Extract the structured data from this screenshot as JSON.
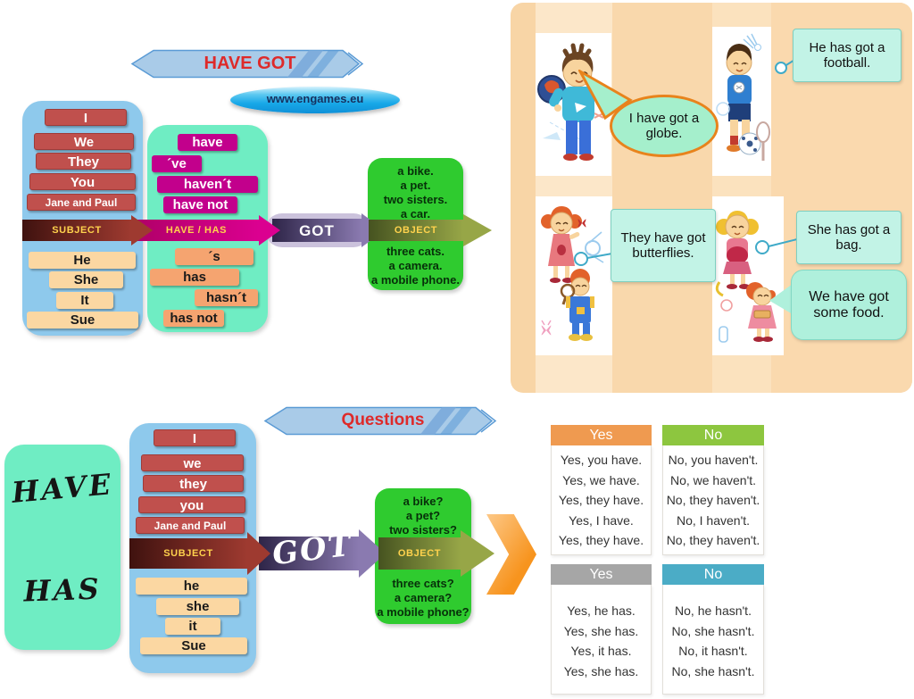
{
  "colors": {
    "banner_blue": "#A9CBE8",
    "banner_text_red": "#DE2A2A",
    "website_blue": "#29ACE4",
    "website_text": "#16305E",
    "subject_panel_blue": "#8EC9EC",
    "mint_panel": "#6FEDC3",
    "chip_red": "#C0504D",
    "chip_magenta": "#C2008C",
    "chip_salmon": "#F5A470",
    "chip_cream": "#FBD7A2",
    "band_maroon": "#9E3A30",
    "band_magenta": "#DB0090",
    "band_purple": "#8A7AB0",
    "band_olive": "#97A647",
    "band_label_gold": "#FFD24D",
    "object_green": "#2FCB2F",
    "examples_panel_peach": "#F8D5A6",
    "callout_mint": "#C2F3E6",
    "bubble_border_orange": "#E8831C",
    "arrow_orange": "#F7941E",
    "header_yes_plural": "#EF9A50",
    "header_no_plural": "#8DC63F",
    "header_yes_singular": "#A6A6A6",
    "header_no_singular": "#4BACC6"
  },
  "top": {
    "banner": "HAVE GOT",
    "website": "www.engames.eu",
    "subjects_plural": [
      "I",
      "We",
      "They",
      "You",
      "Jane and Paul"
    ],
    "have_forms": [
      "have",
      "´ve",
      "haven´t",
      "have not"
    ],
    "subjects_singular": [
      "He",
      "She",
      "It",
      "Sue"
    ],
    "has_forms": [
      "´s",
      "has",
      "hasn´t",
      "has not"
    ],
    "band_subject": "SUBJECT",
    "band_have_has": "HAVE / HAS",
    "band_got": "GOT",
    "band_object": "OBJECT",
    "objects_plural": [
      "a bike.",
      "a pet.",
      "two sisters.",
      "a car."
    ],
    "objects_singular": [
      "three cats.",
      "a camera.",
      "a mobile phone."
    ]
  },
  "examples": {
    "bubble_globe": "I have got a globe.",
    "bubble_football": "He has got a football.",
    "bubble_butterflies": "They have got butterflies.",
    "bubble_bag": "She has got a bag.",
    "bubble_food": "We have got some food."
  },
  "bottom": {
    "banner": "Questions",
    "chalk_have": "HAVE",
    "chalk_has": "HAS",
    "chalk_got": "GOT",
    "subjects_plural": [
      "I",
      "we",
      "they",
      "you",
      "Jane and Paul"
    ],
    "subjects_singular": [
      "he",
      "she",
      "it",
      "Sue"
    ],
    "band_subject": "SUBJECT",
    "band_object": "OBJECT",
    "objects_plural": [
      "a bike?",
      "a pet?",
      "two sisters?"
    ],
    "objects_singular": [
      "three cats?",
      "a camera?",
      "a mobile phone?"
    ]
  },
  "answers": {
    "tables": [
      {
        "header": "Yes",
        "rows": [
          "Yes, you have.",
          "Yes, we have.",
          "Yes, they have.",
          "Yes, I have.",
          "Yes, they have."
        ]
      },
      {
        "header": "No",
        "rows": [
          "No, you haven't.",
          "No, we haven't.",
          "No, they haven't.",
          "No, I haven't.",
          "No, they haven't."
        ]
      },
      {
        "header": "Yes",
        "rows": [
          "Yes, he has.",
          "Yes, she has.",
          "Yes, it has.",
          "Yes, she has."
        ]
      },
      {
        "header": "No",
        "rows": [
          "No, he hasn't.",
          "No, she hasn't.",
          "No, it hasn't.",
          "No, she hasn't."
        ]
      }
    ]
  }
}
